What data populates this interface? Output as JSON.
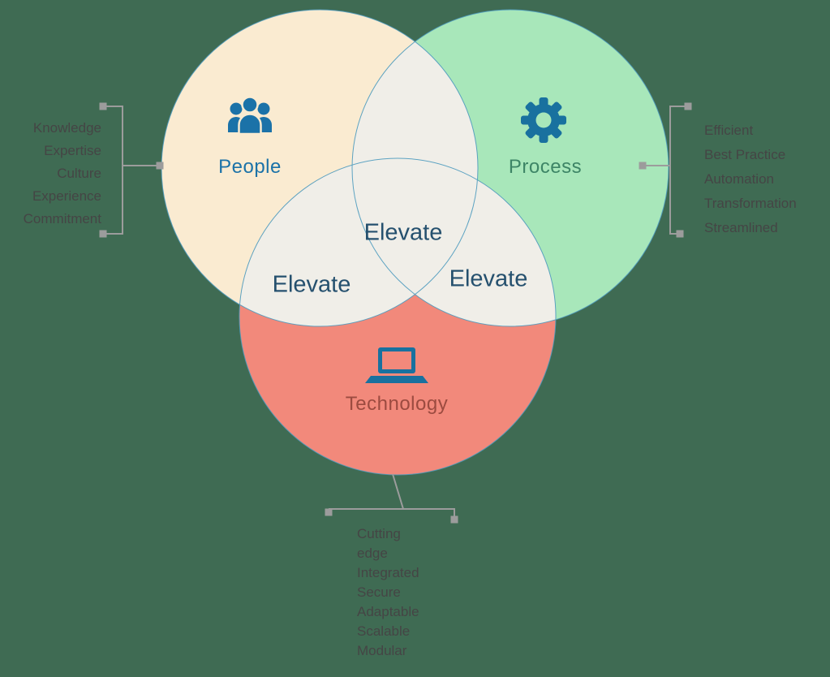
{
  "background_color": "#3F6B53",
  "venn": {
    "overlap_fill": "#F0EEE8",
    "circle_stroke": "#4E9BBE",
    "elevate": {
      "label": "Elevate",
      "color": "#25506E"
    },
    "circles": [
      {
        "id": "people",
        "label": "People",
        "fill": "#FAEBD1",
        "label_color": "#1B72A8",
        "icon": "people-icon",
        "icon_color": "#1B72A8"
      },
      {
        "id": "process",
        "label": "Process",
        "fill": "#A8E7BA",
        "label_color": "#3D8566",
        "icon": "gear-icon",
        "icon_color": "#19719F"
      },
      {
        "id": "technology",
        "label": "Technology",
        "fill": "#F2897B",
        "label_color": "#9C4B40",
        "icon": "laptop-icon",
        "icon_color": "#19719F"
      }
    ]
  },
  "connectors": {
    "color": "#9C9C9C"
  },
  "annotations": {
    "people": {
      "color": "#454545",
      "items": [
        "Knowledge",
        "Expertise",
        "Culture",
        "Experience",
        "Commitment"
      ]
    },
    "process": {
      "color": "#454545",
      "items": [
        "Efficient",
        "Best Practice",
        "Automation",
        "Transformation",
        "Streamlined"
      ]
    },
    "technology": {
      "color": "#454545",
      "items": [
        "Cutting",
        "edge",
        "Integrated",
        "Secure",
        "Adaptable",
        "Scalable",
        "Modular"
      ]
    }
  }
}
